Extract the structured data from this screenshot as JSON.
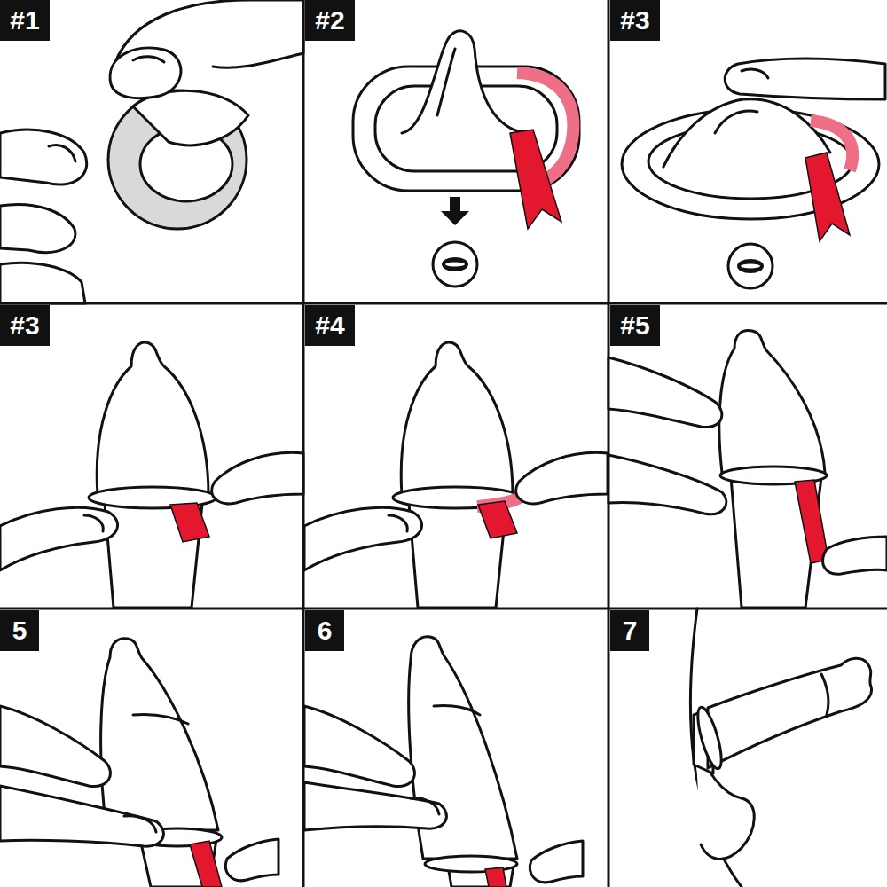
{
  "diagram": {
    "nodes": [
      {
        "text": [
          "#1"
        ]
      },
      {
        "text": [
          "#2"
        ]
      },
      {
        "text": [
          "#3"
        ]
      },
      {
        "text": [
          "#3"
        ]
      },
      {
        "text": [
          "#4"
        ]
      },
      {
        "text": [
          "#5"
        ]
      },
      {
        "text": [
          "5"
        ]
      },
      {
        "text": [
          "6"
        ]
      },
      {
        "text": [
          "7"
        ]
      }
    ]
  }
}
